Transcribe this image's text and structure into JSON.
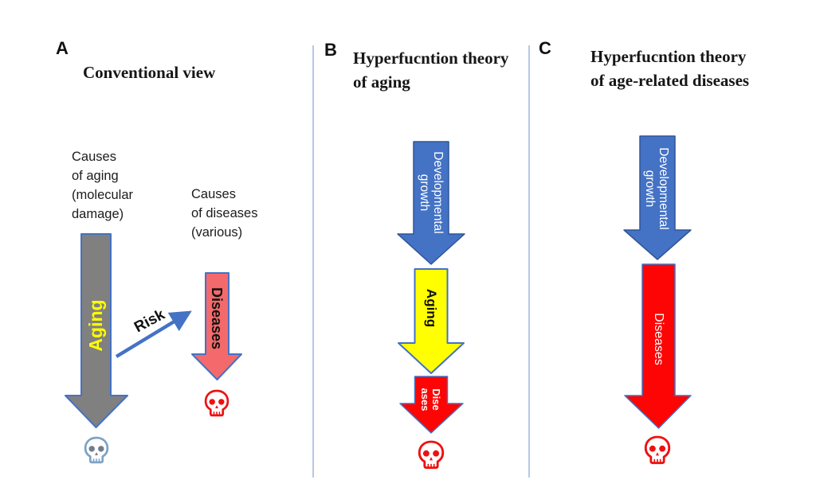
{
  "colors": {
    "blue": "#4472c4",
    "blue_dark": "#2f5597",
    "gray": "#808080",
    "salmon": "#f4696b",
    "yellow": "#ffff00",
    "red": "#fe0505",
    "divider": "#b5c8e8",
    "skull_blue": "#7da3c5",
    "skull_blue_eye": "#6f7e8a",
    "skull_red": "#ee1111"
  },
  "panelA": {
    "letter": "A",
    "title": "Conventional view",
    "causes_aging_label": "Causes\nof aging\n(molecular\ndamage)",
    "causes_diseases_label": "Causes\nof diseases\n(various)",
    "aging_arrow_label": "Aging",
    "risk_label": "Risk",
    "diseases_arrow_label": "Diseases"
  },
  "panelB": {
    "letter": "B",
    "title": "Hyperfucntion theory\nof aging",
    "growth_arrow_label": "Developmental\ngrowth",
    "aging_arrow_label": "Aging",
    "diseases_arrow_label": "Dise\nases"
  },
  "panelC": {
    "letter": "C",
    "title": "Hyperfucntion theory\nof age-related diseases",
    "growth_arrow_label": "Developmental\ngrowth",
    "diseases_arrow_label": "Diseases"
  }
}
